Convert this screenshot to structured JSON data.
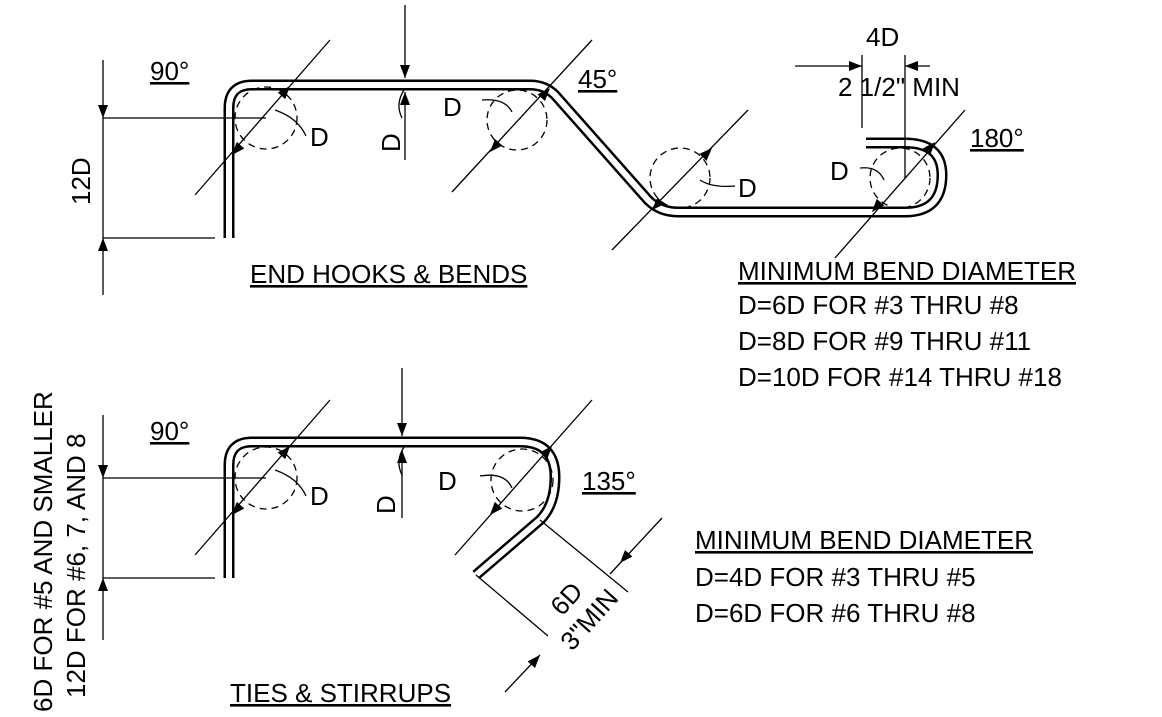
{
  "end_hooks": {
    "title": "END HOOKS & BENDS",
    "angle_90": "90°",
    "angle_45": "45°",
    "angle_180": "180°",
    "dim_12d": "12D",
    "dim_4d": "4D",
    "dim_min": "2 1/2\" MIN",
    "d_label": "D"
  },
  "end_hooks_notes": {
    "title": "MINIMUM BEND DIAMETER",
    "lines": [
      "D=6D FOR #3 THRU #8",
      "D=8D FOR #9 THRU #11",
      "D=10D FOR #14 THRU #18"
    ]
  },
  "ties": {
    "title": "TIES & STIRRUPS",
    "angle_90": "90°",
    "angle_135": "135°",
    "dim_6d": "6D",
    "dim_3min": "3\"MIN",
    "d_label": "D",
    "side_note_1": "6D FOR #5 AND SMALLER",
    "side_note_2": "12D FOR #6, 7, AND 8"
  },
  "ties_notes": {
    "title": "MINIMUM BEND DIAMETER",
    "lines": [
      "D=4D FOR #3 THRU #5",
      "D=6D FOR #6 THRU #8"
    ]
  }
}
